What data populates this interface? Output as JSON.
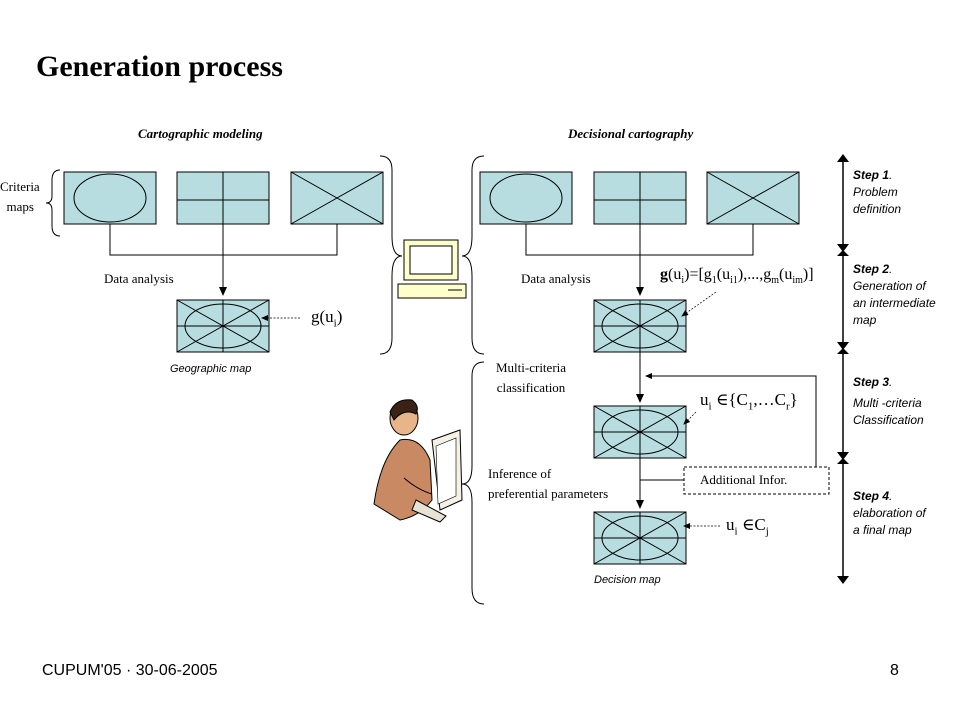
{
  "title": "Generation process",
  "headers": {
    "left": "Cartographic modeling",
    "right": "Decisional cartography"
  },
  "criteria_label": [
    "Criteria",
    "maps"
  ],
  "data_analysis_left": "Data analysis",
  "data_analysis_right": "Data analysis",
  "geographic_map": "Geographic map",
  "decision_map": "Decision map",
  "g_label": "g(u",
  "g_sub": "i",
  "g_close": ")",
  "g_vector": {
    "bold": "g",
    "text": "(u",
    "sub_i": "i",
    "mid": ")=[g",
    "sub_1": "1",
    "mid2": "(u",
    "sub_i1": "i1",
    "mid3": "),...,g",
    "sub_m": "m",
    "mid4": "(u",
    "sub_im": "im",
    "end": ")]"
  },
  "multi_criteria": [
    "Multi-criteria",
    "classification"
  ],
  "inference": [
    "Inference of",
    "preferential parameters"
  ],
  "additional": "Additional Infor.",
  "ui_in_C": {
    "u": "u",
    "sub": "i",
    "rel": " ∈{C",
    "s1": "1",
    "dots": ",…C",
    "sr": "r",
    "end": "}"
  },
  "ui_in_Cj": {
    "u": "u",
    "sub": "i",
    "rel": " ∈C",
    "sj": "j"
  },
  "steps": [
    {
      "num": "Step 1",
      "desc": [
        "Problem",
        "definition"
      ]
    },
    {
      "num": "Step 2",
      "desc": [
        "Generation of",
        "an intermediate",
        "map"
      ]
    },
    {
      "num": "Step 3",
      "desc": [
        "Multi -criteria",
        "Classification"
      ]
    },
    {
      "num": "Step 4",
      "desc": [
        "elaboration of",
        "a final map"
      ]
    }
  ],
  "footer_left": "CUPUM'05 · 30-06-2005",
  "page_number": "8",
  "colors": {
    "box_fill": "#b7dde0",
    "stroke": "#000000"
  },
  "icons": [
    "computer-icon",
    "person-at-computer-icon"
  ]
}
